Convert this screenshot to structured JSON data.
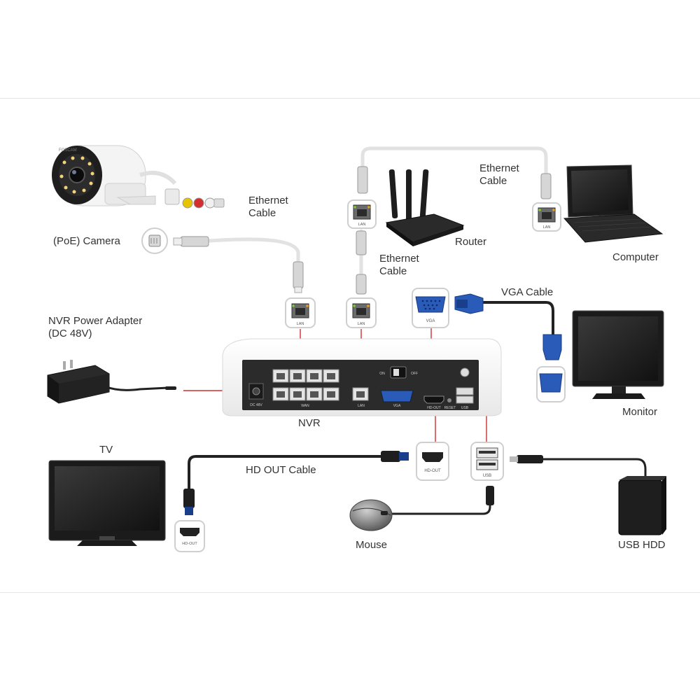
{
  "labels": {
    "camera": "(PoE) Camera",
    "eth1": "Ethernet\nCable",
    "eth2": "Ethernet\nCable",
    "eth3": "Ethernet\nCable",
    "router": "Router",
    "computer": "Computer",
    "vga_cable": "VGA Cable",
    "monitor": "Monitor",
    "power": "NVR Power Adapter\n(DC 48V)",
    "nvr": "NVR",
    "tv": "TV",
    "hdout_cable": "HD OUT Cable",
    "mouse": "Mouse",
    "hdd": "USB HDD"
  },
  "nvr_panel": {
    "dc": "DC 48V",
    "wan": "WAN",
    "lan": "LAN",
    "vga": "VGA",
    "hdout": "HD-OUT",
    "reset": "RESET",
    "usb": "USB",
    "on": "ON",
    "off": "OFF"
  },
  "callouts": {
    "lan1": "LAN",
    "lan2": "LAN",
    "lan_router": "LAN",
    "lan_computer": "LAN",
    "vga": "VGA",
    "hdout": "HD-OUT",
    "hdout_tv": "HD-OUT",
    "usb": "USB"
  },
  "brand": {
    "camera": "FOSCAM"
  },
  "colors": {
    "leader": "#d32f2f",
    "vga_blue": "#2a5bb8",
    "panel": "#2b2b2b"
  }
}
